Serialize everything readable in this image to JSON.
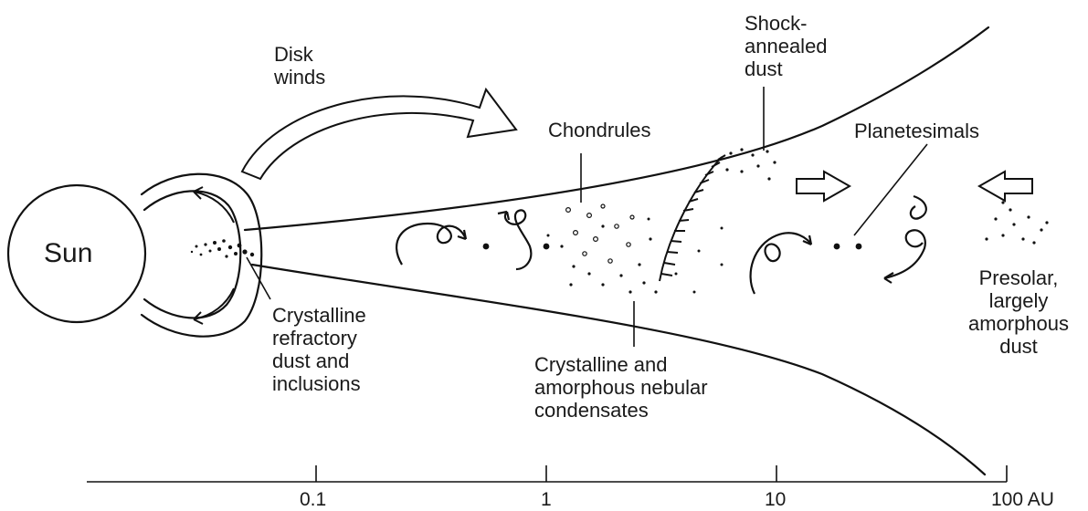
{
  "labels": {
    "sun": "Sun",
    "disk_winds": [
      "Disk",
      "winds"
    ],
    "shock_annealed": [
      "Shock-",
      "annealed",
      "dust"
    ],
    "chondrules": "Chondrules",
    "planetesimals": "Planetesimals",
    "crystalline_refractory": [
      "Crystalline",
      "refractory",
      "dust and",
      "inclusions"
    ],
    "nebular_condensates": [
      "Crystalline and",
      "amorphous nebular",
      "condensates"
    ],
    "presolar": [
      "Presolar,",
      "largely",
      "amorphous",
      "dust"
    ]
  },
  "axis": {
    "ticks": [
      "0.1",
      "1",
      "10",
      "100 AU"
    ]
  }
}
